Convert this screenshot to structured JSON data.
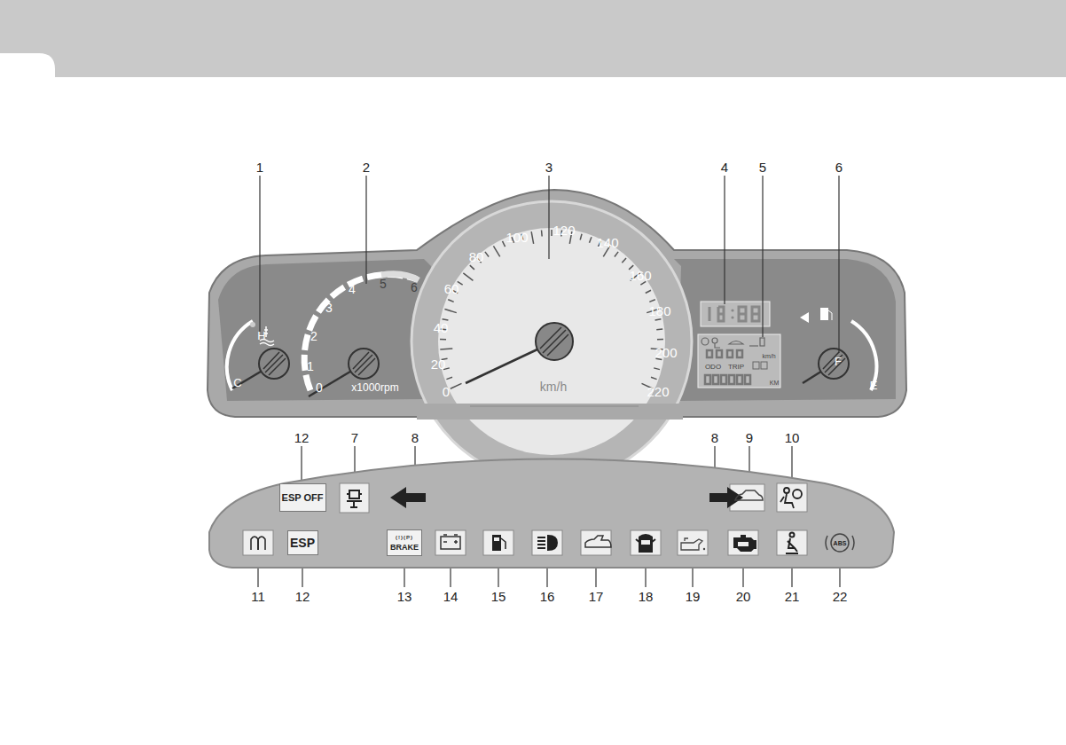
{
  "diagram": {
    "nodes": [
      {
        "text": [
          "ESP OFF"
        ]
      },
      {
        "text": [
          "ESP"
        ]
      },
      {
        "text": [
          "(!)(P)",
          "BRAKE"
        ]
      },
      {
        "text": [
          "ABS"
        ]
      }
    ],
    "labels": [
      "1",
      "2",
      "3",
      "4",
      "5",
      "6",
      "H",
      "C",
      "0",
      "1",
      "2",
      "3",
      "4",
      "5",
      "6",
      "x1000rpm",
      "0",
      "20",
      "40",
      "60",
      "80",
      "100",
      "120",
      "140",
      "160",
      "180",
      "200",
      "220",
      "km/h",
      "km/h",
      "ODO",
      "TRIP",
      "KM",
      "F",
      "E",
      "12",
      "7",
      "8",
      "8",
      "9",
      "10",
      "11",
      "12",
      "13",
      "14",
      "15",
      "16",
      "17",
      "18",
      "19",
      "20",
      "21",
      "22"
    ]
  }
}
